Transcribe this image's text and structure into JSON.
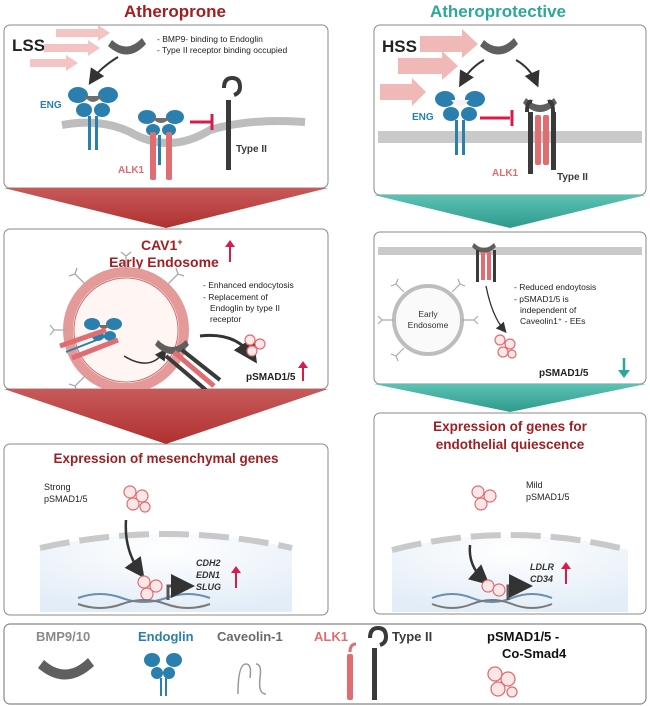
{
  "left": {
    "title": "Atheroprone",
    "panel1": {
      "tag": "LSS",
      "note1": "- BMP9- binding to Endoglin",
      "note2": "- Type II receptor binding occupied",
      "eng": "ENG",
      "alk1": "ALK1",
      "type2": "Type II"
    },
    "panel2": {
      "title1": "CAV1",
      "title1_sup": "+",
      "title2": "Early Endosome",
      "bullets": [
        "- Enhanced endocytosis",
        "- Replacement of",
        "Endoglin by type II",
        "receptor"
      ],
      "psmad": "pSMAD1/5"
    },
    "panel3": {
      "title": "Expression  of mesenchymal genes",
      "strong1": "Strong",
      "strong2": "pSMAD1/5",
      "genes": [
        "CDH2",
        "EDN1",
        "SLUG"
      ]
    }
  },
  "right": {
    "title": "Atheroprotective",
    "panel1": {
      "tag": "HSS",
      "eng": "ENG",
      "alk1": "ALK1",
      "type2": "Type II"
    },
    "panel2": {
      "early1": "Early",
      "early2": "Endosome",
      "bullets": [
        "- Reduced endoytosis",
        "- pSMAD1/5 is",
        "independent of",
        "Caveolin1⁺ - EEs"
      ],
      "psmad": "pSMAD1/5"
    },
    "panel3": {
      "title1": "Expression of genes for",
      "title2": "endothelial quiescence",
      "mild1": "Mild",
      "mild2": "pSMAD1/5",
      "genes": [
        "LDLR",
        "CD34"
      ]
    }
  },
  "legend": {
    "bmp": "BMP9/10",
    "endoglin": "Endoglin",
    "caveolin": "Caveolin-1",
    "alk1": "ALK1",
    "type2": "Type II",
    "smad1": "pSMAD1/5 -",
    "smad2": "Co-Smad4"
  },
  "colors": {
    "dark_red": "#a01f22",
    "teal": "#2ea79b",
    "endoglin_blue": "#2a7fae",
    "alk1_pink": "#e06d72",
    "type2_grey": "#3a3a3a",
    "bmp_grey": "#6b6b6b",
    "up_arrow": "#d81b4a"
  }
}
